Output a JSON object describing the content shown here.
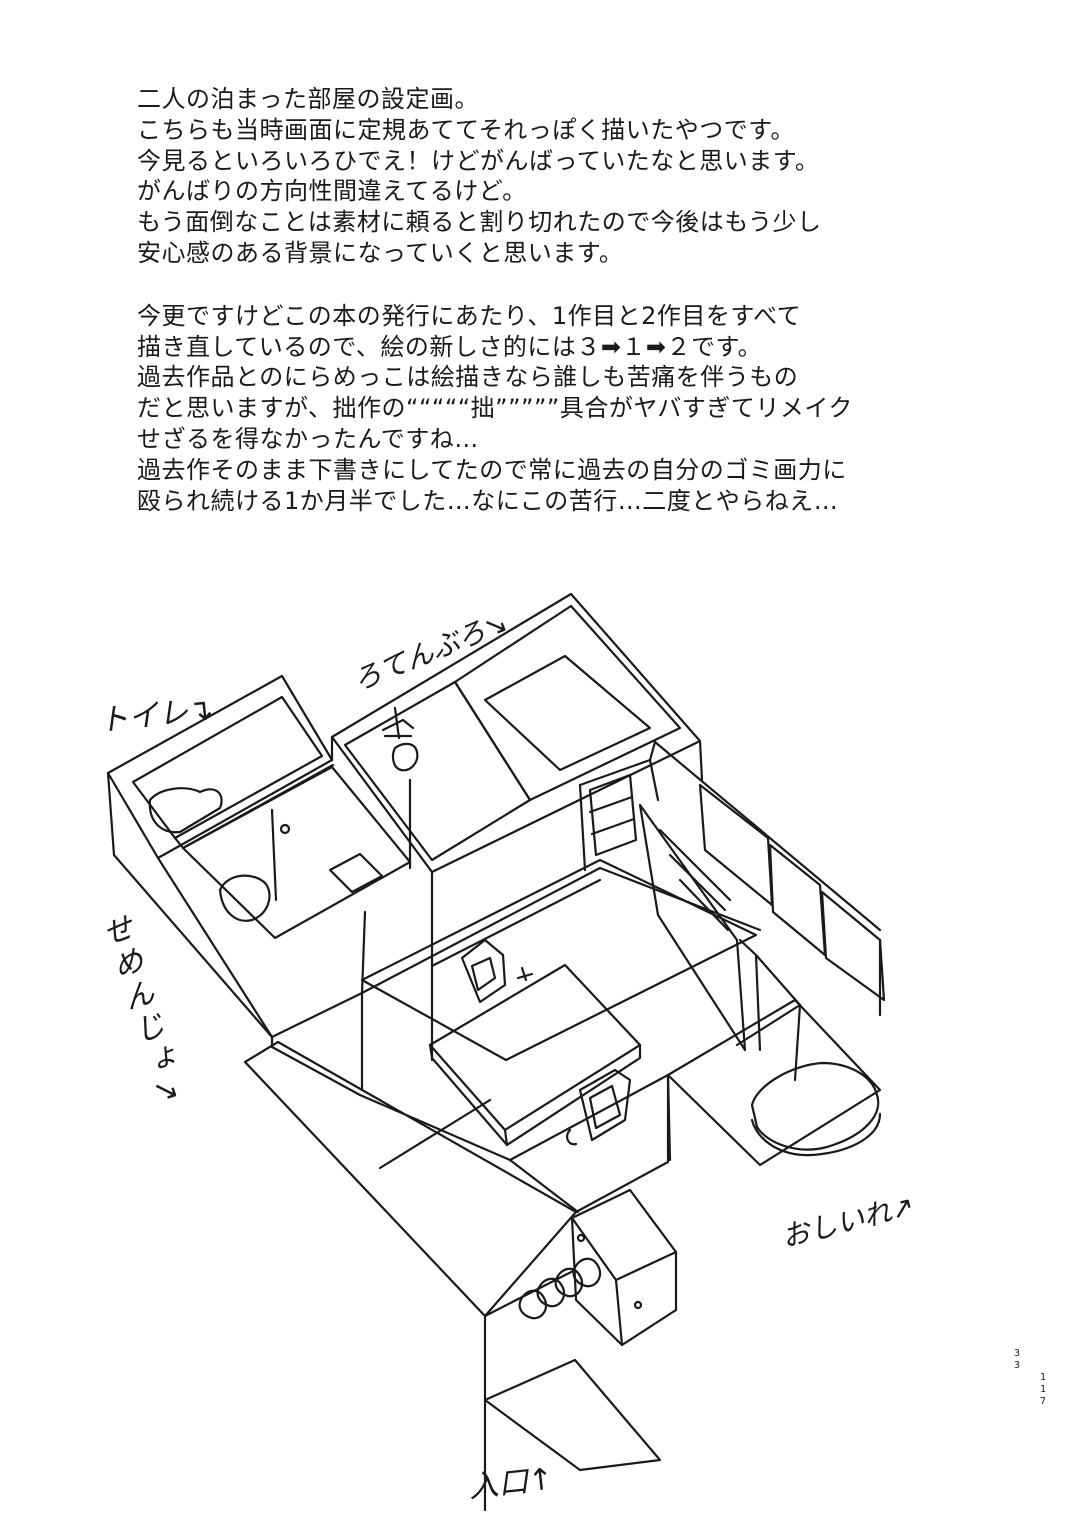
{
  "text": {
    "lines_p1": [
      "二人の泊まった部屋の設定画。",
      "こちらも当時画面に定規あててそれっぽく描いたやつです。",
      "今見るといろいろひでえ！けどがんばっていたなと思います。",
      "がんばりの方向性間違えてるけど。",
      "もう面倒なことは素材に頼ると割り切れたので今後はもう少し",
      "安心感のある背景になっていくと思います。"
    ],
    "lines_p2": [
      "今更ですけどこの本の発行にあたり、1作目と2作目をすべて",
      "描き直しているので、絵の新しさ的には３➡１➡２です。",
      "過去作品とのにらめっこは絵描きなら誰しも苦痛を伴うもの",
      "だと思いますが、拙作の“““““拙”””””具合がヤバすぎてリメイク",
      "せざるを得なかったんですね…",
      "過去作そのまま下書きにしてたので常に過去の自分のゴミ画力に",
      "殴られ続ける1か月半でした…なにこの苦行…二度とやらねえ…"
    ]
  },
  "labels": {
    "toilet": "トイレ↴",
    "bath": "ろてんぶろ↘",
    "washroom": "せめんじょ↗",
    "closet": "おしいれ↗",
    "entrance": "入口↑"
  },
  "page_numbers": {
    "chapter": [
      "3",
      "3"
    ],
    "book": [
      "1",
      "1",
      "7"
    ]
  }
}
